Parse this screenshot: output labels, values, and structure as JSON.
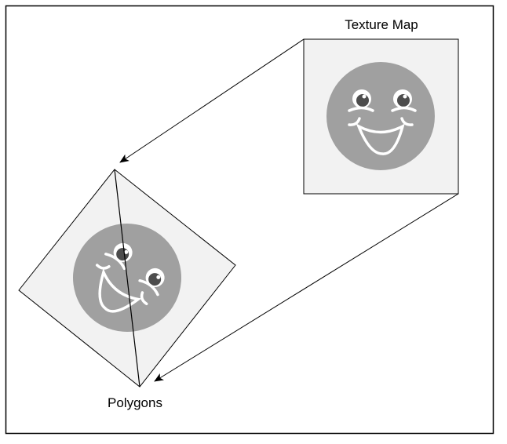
{
  "labels": {
    "texture_map": "Texture Map",
    "polygons": "Polygons"
  },
  "colors": {
    "frame": "#000000",
    "texture_bg": "#f2f2f2",
    "face": "#a0a0a0",
    "pupil": "#4d4d4d",
    "feature": "#ffffff"
  },
  "face_rotation_degrees": 38
}
